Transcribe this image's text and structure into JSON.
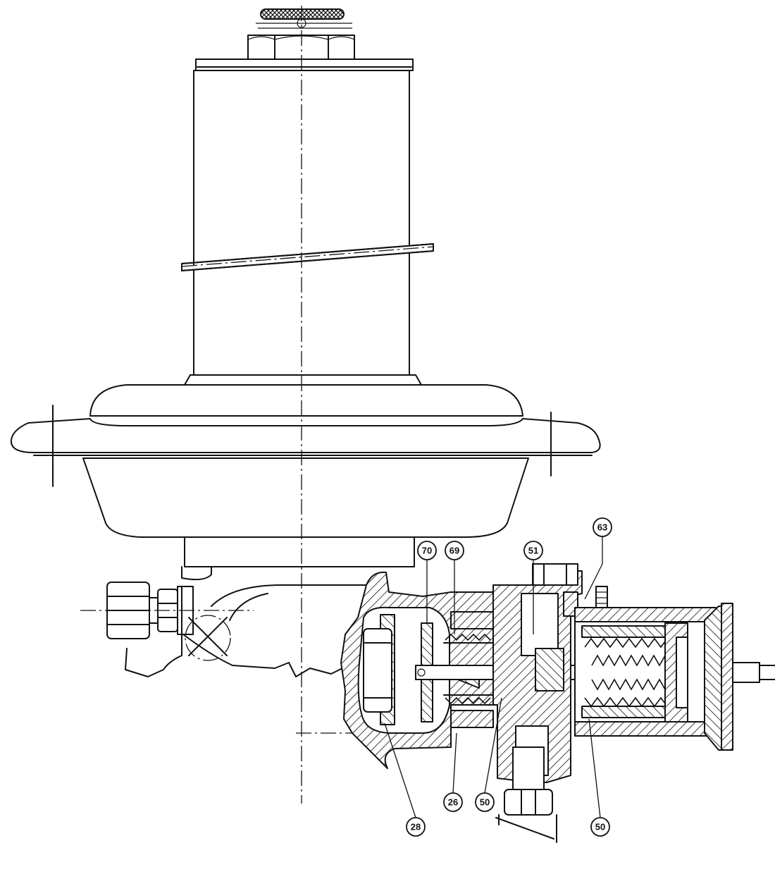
{
  "callouts": [
    {
      "id": "70",
      "label": "70"
    },
    {
      "id": "69",
      "label": "69"
    },
    {
      "id": "51",
      "label": "51"
    },
    {
      "id": "63",
      "label": "63"
    },
    {
      "id": "28",
      "label": "28"
    },
    {
      "id": "26",
      "label": "26"
    },
    {
      "id": "50a",
      "label": "50"
    },
    {
      "id": "50b",
      "label": "50"
    }
  ]
}
